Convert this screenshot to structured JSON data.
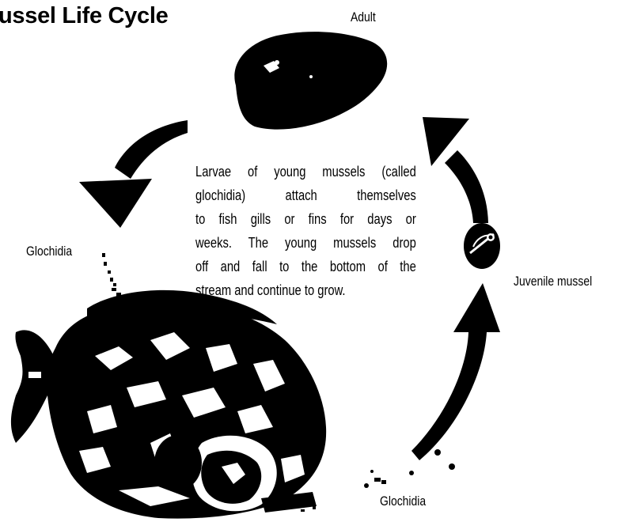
{
  "title": "ussel Life Cycle",
  "labels": {
    "adult": "Adult",
    "glochidia_left": "Glochidia",
    "juvenile": "Juvenile mussel",
    "glochidia_bottom": "Glochidia"
  },
  "description": {
    "lines": [
      "Larvae of young mussels (called",
      "glochidia)  attach  themselves",
      "to fish gills or fins for days or",
      "weeks. The young mussels drop",
      "off and fall to the bottom of the",
      "stream and continue to grow."
    ]
  },
  "colors": {
    "ink": "#000000",
    "background": "#ffffff"
  },
  "icons": [
    "adult-mussel-icon",
    "juvenile-mussel-icon",
    "fish-icon",
    "glochidia-icon",
    "cycle-arrow-icon"
  ]
}
